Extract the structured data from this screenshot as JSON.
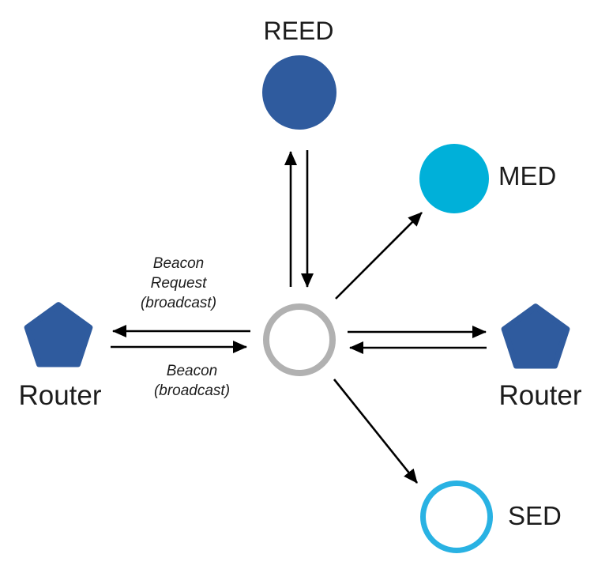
{
  "diagram": {
    "labels": {
      "reed": "REED",
      "med": "MED",
      "sed": "SED",
      "router_left": "Router",
      "router_right": "Router"
    },
    "annotations": {
      "beacon_request": {
        "line1": "Beacon",
        "line2": "Request",
        "line3": "(broadcast)"
      },
      "beacon": {
        "line1": "Beacon",
        "line2": "(broadcast)"
      }
    }
  },
  "colors": {
    "node_blue": "#2f5b9e",
    "med_cyan": "#00b0d9",
    "sed_cyan": "#29b2e3",
    "center_gray": "#b1b1b1",
    "arrow_black": "#000000",
    "text_dark": "#1c1c1c"
  }
}
